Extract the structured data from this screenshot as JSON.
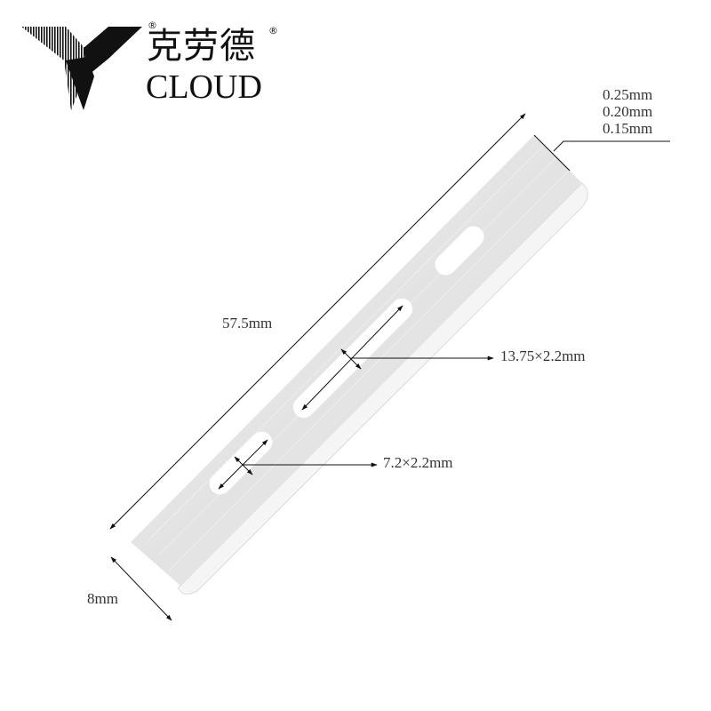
{
  "brand": {
    "name_cn": "克劳德",
    "name_en": "CLOUD",
    "registered_mark": "®"
  },
  "diagram": {
    "subject": "straight double-slot blade dimension drawing",
    "thickness_options": [
      "0.25mm",
      "0.20mm",
      "0.15mm"
    ],
    "length_label": "57.5mm",
    "width_label": "8mm",
    "long_slot_label": "13.75×2.2mm",
    "short_slot_label": "7.2×2.2mm",
    "colors": {
      "blade_face": "#e6e6e6",
      "blade_edge": "#f4f4f4",
      "line": "#111111",
      "text": "#333333"
    }
  }
}
